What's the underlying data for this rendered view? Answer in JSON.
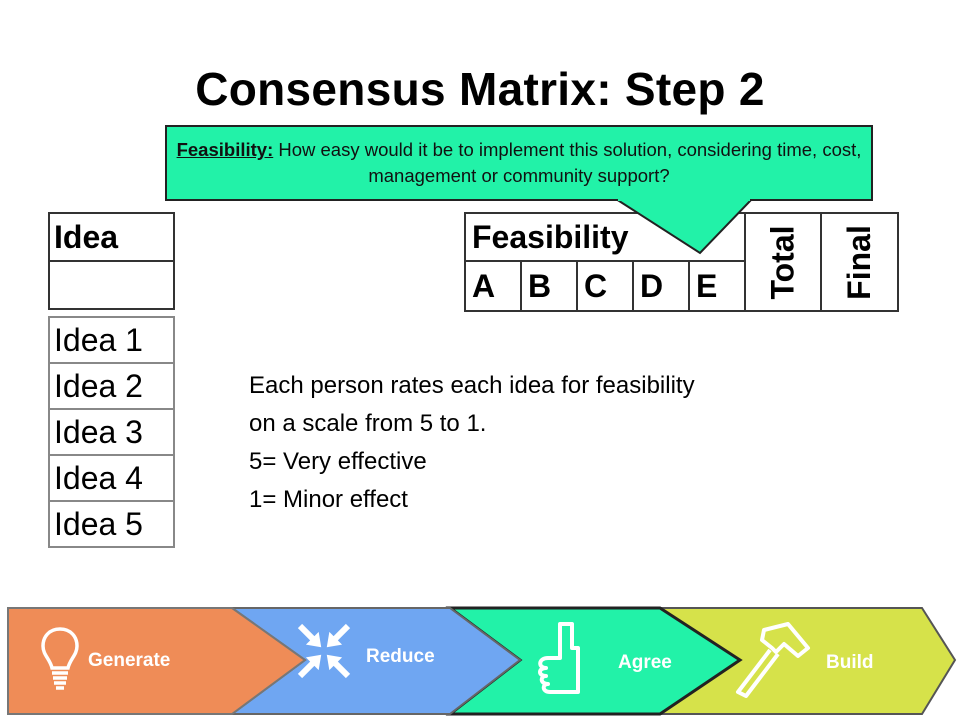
{
  "title": "Consensus Matrix: Step 2",
  "callout": {
    "term": "Feasibility:",
    "text": " How easy would it be to implement this solution, considering time, cost, management or community support?",
    "color": "#22f2a8"
  },
  "idea_table": {
    "header": "Idea",
    "rows": [
      "Idea 1",
      "Idea 2",
      "Idea 3",
      "Idea 4",
      "Idea 5"
    ]
  },
  "feasibility_table": {
    "title": "Feasibility",
    "columns": [
      "A",
      "B",
      "C",
      "D",
      "E"
    ],
    "total_label": "Total",
    "final_label": "Final"
  },
  "body": {
    "line1": "Each person rates each idea for feasibility",
    "line2": "on a scale from 5 to 1.",
    "line3": "5= Very effective",
    "line4": "1= Minor effect"
  },
  "process": {
    "steps": [
      {
        "label": "Generate",
        "icon": "lightbulb-icon",
        "color": "#ef8c57"
      },
      {
        "label": "Reduce",
        "icon": "compress-arrows-icon",
        "color": "#6fa6f2"
      },
      {
        "label": "Agree",
        "icon": "thumbs-up-icon",
        "color": "#22f2a8"
      },
      {
        "label": "Build",
        "icon": "hammer-icon",
        "color": "#d6e24a"
      }
    ]
  }
}
